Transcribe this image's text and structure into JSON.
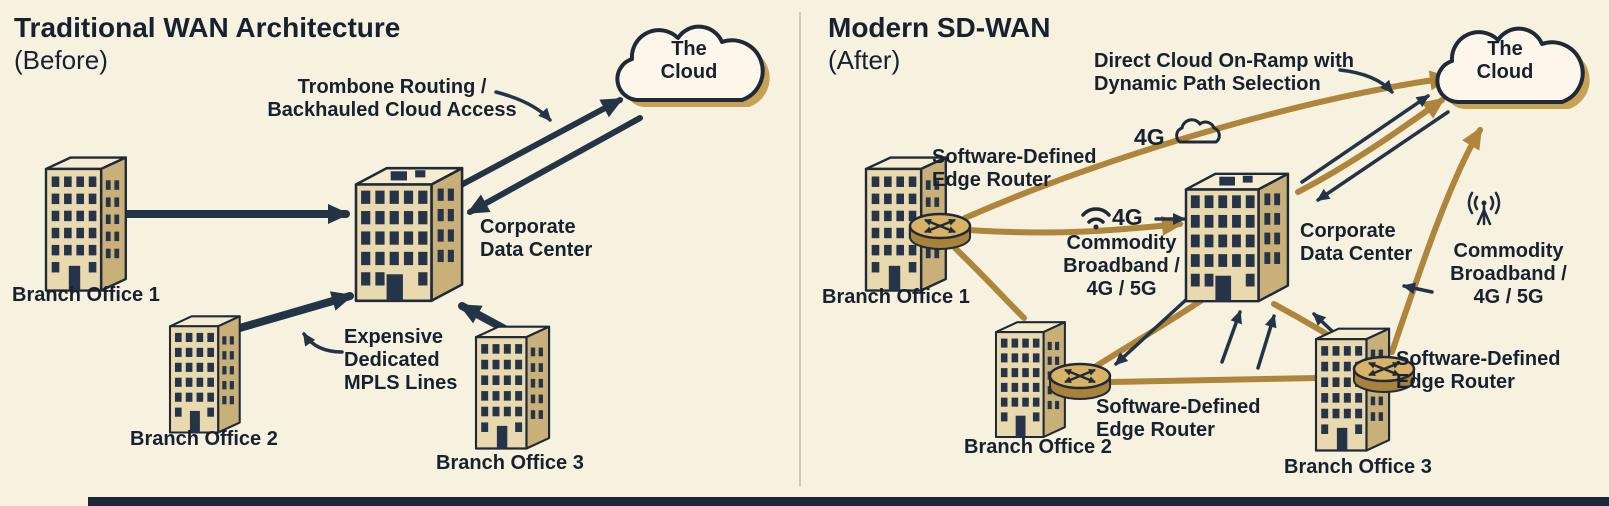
{
  "colors": {
    "background": "#f7f1e0",
    "ink": "#17212f",
    "line_dark": "#243447",
    "line_gold": "#ae853b",
    "building_front": "#e9d9ae",
    "building_side": "#c9af78",
    "cloud_fill": "#fcf7ea",
    "cloud_shadow": "#c8a254"
  },
  "icons": {
    "cellular_cloud": "cloud-outline-icon",
    "wifi": "wifi-icon",
    "antenna": "radio-antenna-icon",
    "router": "sd-wan-router-icon"
  },
  "left": {
    "title": "Traditional WAN Architecture",
    "subtitle": "(Before)",
    "labels": {
      "trombone": "Trombone Routing /\nBackhauled Cloud Access",
      "cloud": "The\nCloud",
      "datacenter": "Corporate\nData Center",
      "branch1": "Branch Office 1",
      "branch2": "Branch Office 2",
      "branch3": "Branch Office 3",
      "mpls": "Expensive\nDedicated\nMPLS Lines"
    }
  },
  "right": {
    "title": "Modern SD-WAN",
    "subtitle": "(After)",
    "labels": {
      "onramp": "Direct Cloud On-Ramp with\nDynamic Path Selection",
      "cloud": "The\nCloud",
      "sdr1": "Software-Defined\nEdge Router",
      "sdr2": "Software-Defined\nEdge Router",
      "sdr3": "Software-Defined\nEdge Router",
      "g4_top": "4G",
      "g4_mid": "4G",
      "broadband_mid": "Commodity\nBroadband /\n4G / 5G",
      "broadband_right": "Commodity\nBroadband /\n4G / 5G",
      "datacenter": "Corporate\nData Center",
      "branch1": "Branch Office 1",
      "branch2": "Branch Office 2",
      "branch3": "Branch Office 3"
    }
  }
}
